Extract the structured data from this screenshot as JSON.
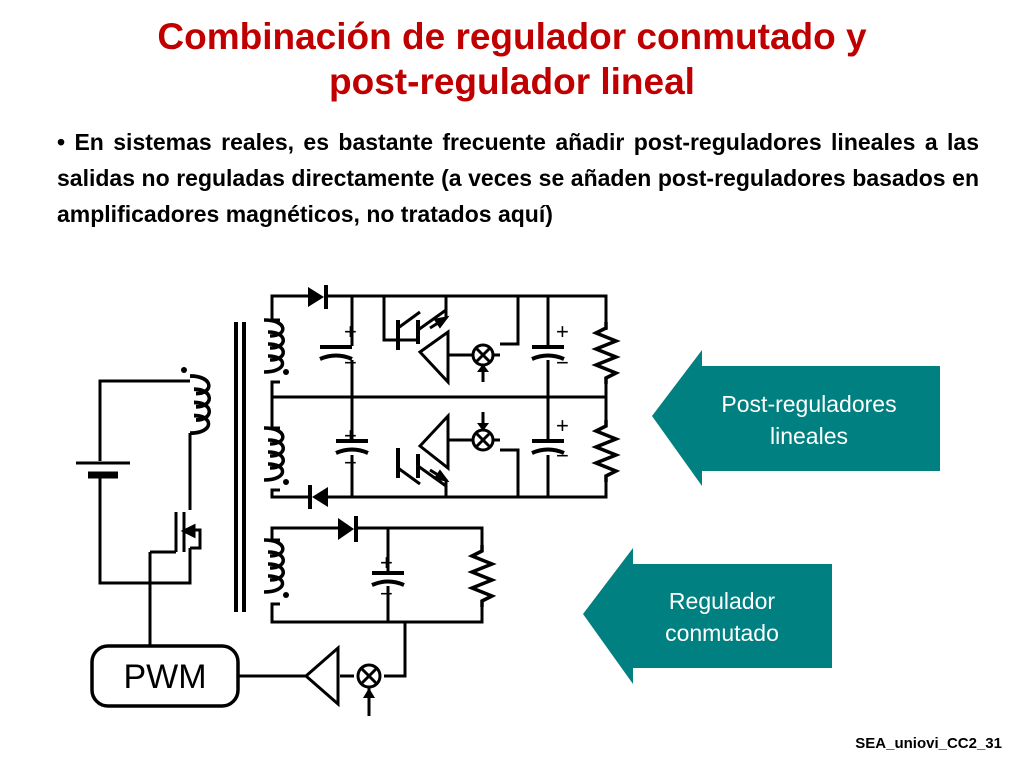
{
  "slide": {
    "title_line1": "Combinación de regulador conmutado y",
    "title_line2": "post-regulador lineal",
    "bullet_symbol": "•",
    "bullet_text": "En sistemas reales, es bastante frecuente añadir post-reguladores lineales a las salidas no reguladas directamente (a veces se añaden post-reguladores basados en amplificadores magnéticos, no tratados aquí)",
    "footer": "SEA_uniovi_CC2_31"
  },
  "diagram": {
    "pwm_label": "PWM",
    "plus_sign": "+",
    "minus_sign": "−",
    "callout_post_line1": "Post-reguladores",
    "callout_post_line2": "lineales",
    "callout_switch_line1": "Regulador",
    "callout_switch_line2": "conmutado",
    "callout_color": "#008080"
  }
}
